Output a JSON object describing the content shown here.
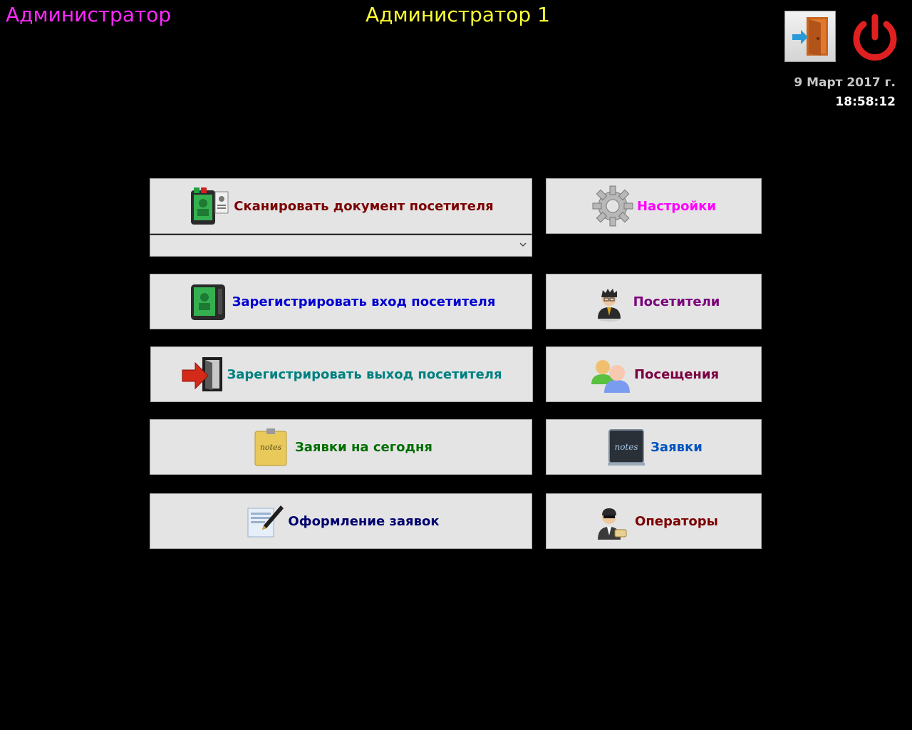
{
  "header": {
    "role_title": "Администратор",
    "user_title": "Администратор 1",
    "date": "9 Март 2017 г.",
    "time": "18:58:12"
  },
  "colors": {
    "background": "#000000",
    "role_title": "#ff29ff",
    "user_title": "#ffff33",
    "date": "#c8c8c8",
    "time": "#ffffff",
    "power_icon": "#e02020",
    "button_bg": "#e4e4e4"
  },
  "icons": {
    "logout": "logout-door-icon",
    "power": "power-icon"
  },
  "menu": {
    "scan": {
      "label": "Сканировать документ посетителя",
      "color": "#7b0000",
      "icon": "document-scanner-icon"
    },
    "scanner_select": {
      "value": ""
    },
    "register_entry": {
      "label": "Зарегистрировать вход посетителя",
      "color": "#0000d0",
      "icon": "scanner-icon"
    },
    "register_exit": {
      "label": "Зарегистрировать выход посетителя",
      "color": "#008080",
      "icon": "exit-door-icon"
    },
    "today_requests": {
      "label": "Заявки на сегодня",
      "color": "#006e00",
      "icon": "notes-icon"
    },
    "request_form": {
      "label": "Оформление заявок",
      "color": "#00006e",
      "icon": "document-pen-icon"
    },
    "settings": {
      "label": "Настройки",
      "color": "#ff00ff",
      "icon": "gear-icon"
    },
    "visitors": {
      "label": "Посетители",
      "color": "#7b007b",
      "icon": "visitor-icon"
    },
    "visits": {
      "label": "Посещения",
      "color": "#7b0040",
      "icon": "users-icon"
    },
    "requests": {
      "label": "Заявки",
      "color": "#0055c0",
      "icon": "notes-board-icon"
    },
    "operators": {
      "label": "Операторы",
      "color": "#7b0000",
      "icon": "operator-icon"
    }
  }
}
